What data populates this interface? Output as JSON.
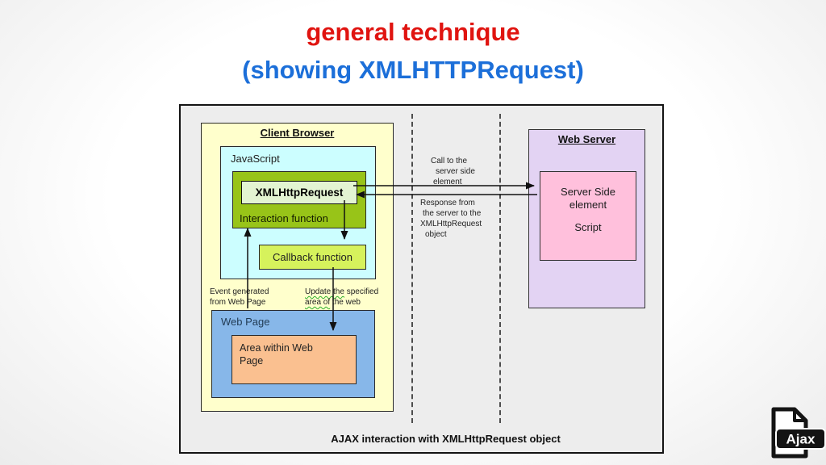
{
  "title": {
    "line1": "general technique",
    "line2": "(showing XMLHTTPRequest)"
  },
  "diagram": {
    "client_browser": {
      "title": "Client Browser",
      "javascript_label": "JavaScript",
      "xmlhttprequest_label": "XMLHttpRequest",
      "interaction_function_label": "Interaction function",
      "callback_function_label": "Callback function",
      "event_label": {
        "line1": "Event generated",
        "line2": "from  Web Page"
      },
      "update_label": {
        "line1_underlined": "Update the",
        "line1_rest": " specified",
        "line2_underlined": "area of",
        "line2_rest": " the web"
      },
      "web_page": {
        "label": "Web Page",
        "area_line1": "Area within Web",
        "area_line2": "Page"
      }
    },
    "annotations": {
      "call": {
        "line1": "Call to the",
        "line2": "server side",
        "line3": "element"
      },
      "response": {
        "line1": "Response from",
        "line2": "the server to the",
        "line3": "XMLHttpRequest",
        "line4": "object"
      }
    },
    "web_server": {
      "title": "Web Server",
      "server_side_line1": "Server Side",
      "server_side_line2": "element",
      "script_label": "Script"
    },
    "caption": "AJAX interaction with XMLHttpRequest object"
  },
  "logo": {
    "label": "Ajax"
  },
  "colors": {
    "title_red": "#e01410",
    "title_blue": "#1c6fd9",
    "panel_bg": "#ededed",
    "client_browser_bg": "#ffffcc",
    "javascript_bg": "#ccfeff",
    "interaction_bg": "#98c418",
    "xmlhttprequest_bg": "#e3f4d2",
    "callback_bg": "#d6f25c",
    "web_page_bg": "#87b7e9",
    "area_bg": "#fac090",
    "web_server_bg": "#e3d3f3",
    "server_side_bg": "#ffc0dc",
    "squiggle_green": "#2faf2f"
  }
}
